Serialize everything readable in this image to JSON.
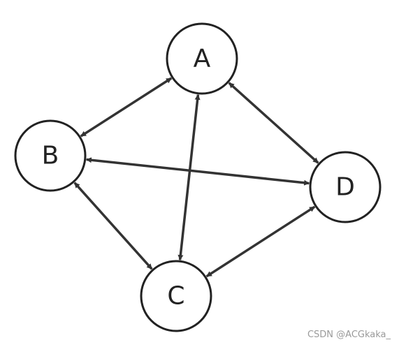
{
  "nodes": [
    {
      "id": "A",
      "label": "A"
    },
    {
      "id": "B",
      "label": "B"
    },
    {
      "id": "C",
      "label": "C"
    },
    {
      "id": "D",
      "label": "D"
    }
  ],
  "edges": [
    {
      "from": "A",
      "to": "B",
      "direction": "both"
    },
    {
      "from": "A",
      "to": "C",
      "direction": "both"
    },
    {
      "from": "A",
      "to": "D",
      "direction": "both"
    },
    {
      "from": "B",
      "to": "C",
      "direction": "both"
    },
    {
      "from": "B",
      "to": "D",
      "direction": "both"
    },
    {
      "from": "C",
      "to": "D",
      "direction": "both"
    }
  ],
  "colors": {
    "stroke": "#222222",
    "fill": "#ffffff",
    "edge": "#333333"
  },
  "watermark": "CSDN @ACGkaka_"
}
